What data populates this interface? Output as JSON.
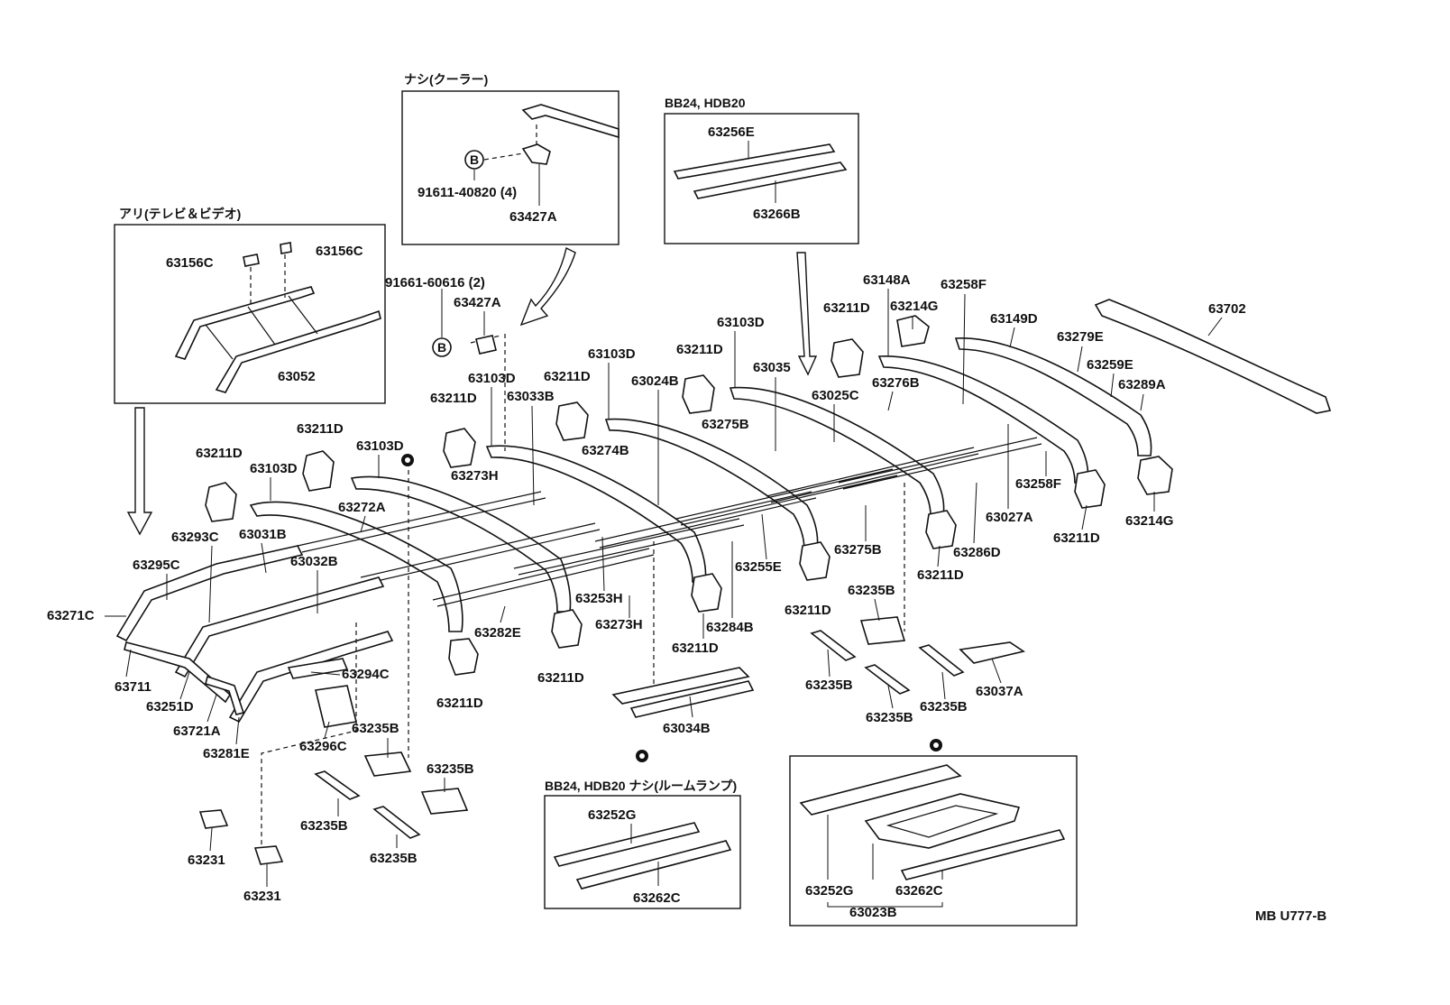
{
  "diagram": {
    "code": "MB U777-B",
    "panels": {
      "tv_video": {
        "title": "アリ(テレビ＆ビデオ)",
        "parts": [
          "63156C",
          "63156C",
          "63052"
        ]
      },
      "cooler": {
        "title": "ナシ(クーラー)",
        "parts": [
          "91611-40820 (4)",
          "63427A"
        ],
        "callout": "B"
      },
      "bb24_top": {
        "title": "BB24, HDB20",
        "parts": [
          "63256E",
          "63266B"
        ]
      },
      "bb24_room_lamp": {
        "title": "BB24, HDB20  ナシ(ルームランプ)",
        "parts": [
          "63252G",
          "63262C"
        ]
      },
      "bottom_right": {
        "parts": [
          "63252G",
          "63262C",
          "63023B"
        ]
      }
    },
    "labels": {
      "p91661": "91661-60616 (2)",
      "p63427A": "63427A",
      "calloutB": "B",
      "p63702": "63702",
      "p63149D": "63149D",
      "p63279E": "63279E",
      "p63259E": "63259E",
      "p63289A": "63289A",
      "p63258F_top": "63258F",
      "p63214G_top": "63214G",
      "p63211D_top": "63211D",
      "p63148A": "63148A",
      "p63103D_1": "63103D",
      "p63211D_2": "63211D",
      "p63035": "63035",
      "p63025C": "63025C",
      "p63276B": "63276B",
      "p63103D_2": "63103D",
      "p63024B": "63024B",
      "p63275B_1": "63275B",
      "p63211D_3": "63211D",
      "p63103D_3": "63103D",
      "p63033B": "63033B",
      "p63274B": "63274B",
      "p63211D_4": "63211D",
      "p63273H_1": "63273H",
      "p63211D_5": "63211D",
      "p63103D_4": "63103D",
      "p63211D_6": "63211D",
      "p63103D_5": "63103D",
      "p63272A": "63272A",
      "p63293C": "63293C",
      "p63031B": "63031B",
      "p63295C": "63295C",
      "p63032B": "63032B",
      "p63271C": "63271C",
      "p63711": "63711",
      "p63251D": "63251D",
      "p63721A": "63721A",
      "p63281E": "63281E",
      "p63294C": "63294C",
      "p63296C": "63296C",
      "p63235B_1": "63235B",
      "p63235B_2": "63235B",
      "p63235B_3": "63235B",
      "p63235B_4": "63235B",
      "p63231_1": "63231",
      "p63231_2": "63231",
      "p63282E": "63282E",
      "p63211D_7": "63211D",
      "p63253H": "63253H",
      "p63273H_2": "63273H",
      "p63211D_8": "63211D",
      "p63211D_9": "63211D",
      "p63284B": "63284B",
      "p63034B": "63034B",
      "p63255E": "63255E",
      "p63275B_2": "63275B",
      "p63211D_10": "63211D",
      "p63235B_5": "63235B",
      "p63235B_6": "63235B",
      "p63235B_7": "63235B",
      "p63235B_8": "63235B",
      "p63037A": "63037A",
      "p63211D_11": "63211D",
      "p63286D": "63286D",
      "p63027A": "63027A",
      "p63258F_2": "63258F",
      "p63211D_12": "63211D",
      "p63214G_2": "63214G"
    }
  }
}
